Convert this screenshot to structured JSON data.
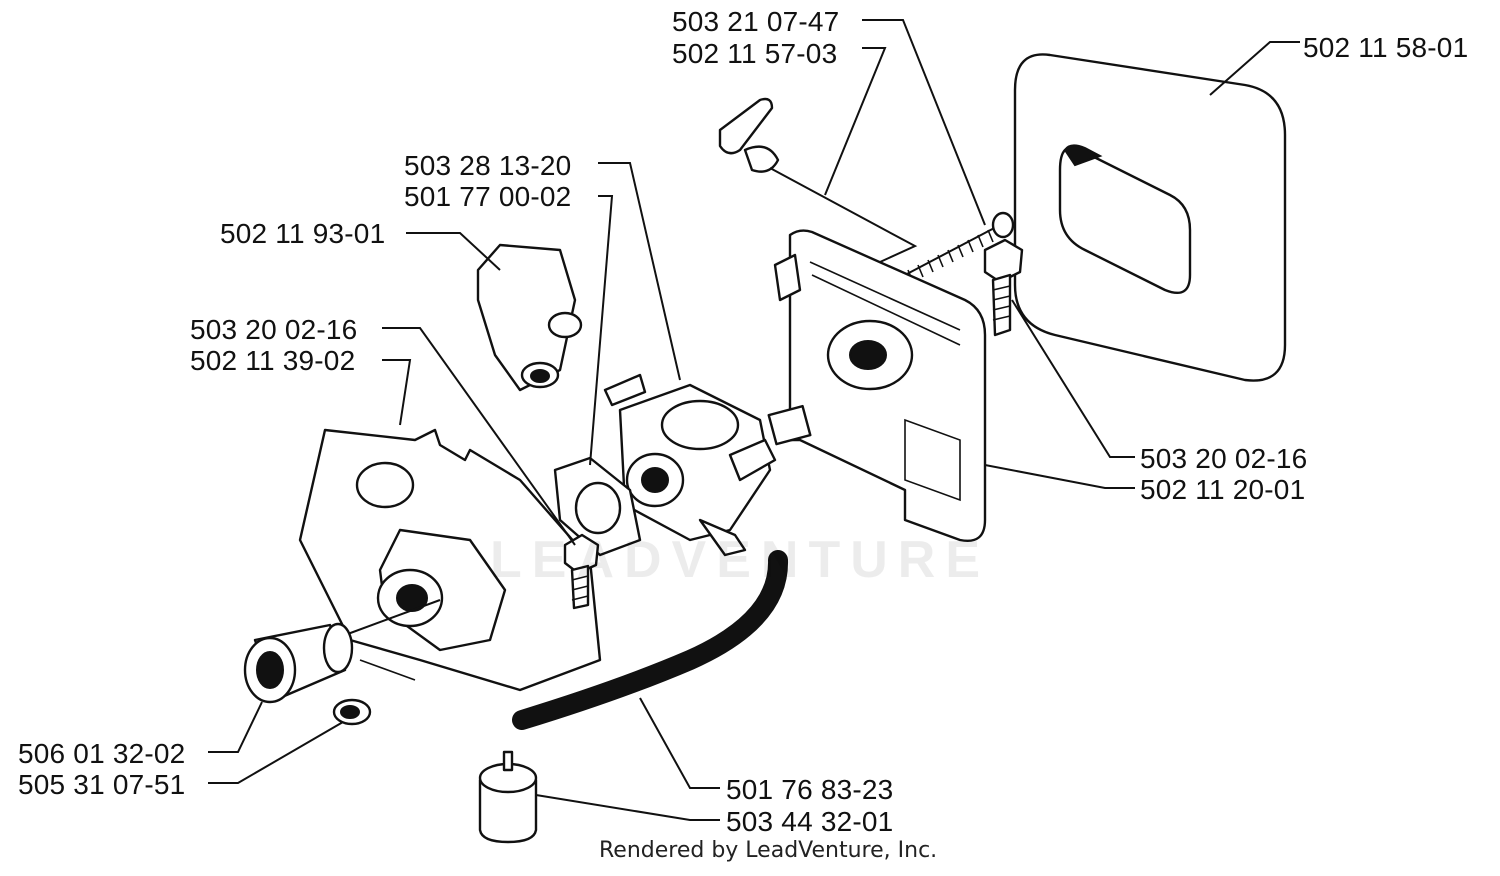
{
  "diagram": {
    "labels": {
      "p503210747": "503 21 07-47",
      "p502115703": "502 11 57-03",
      "p502115801": "502 11 58-01",
      "p503281320": "503 28 13-20",
      "p501770002": "501 77 00-02",
      "p502119301": "502 11 93-01",
      "p503200216_left": "503 20 02-16",
      "p502113902": "502 11 39-02",
      "p503200216_right": "503 20 02-16",
      "p502112001": "502 11 20-01",
      "p506013202": "506 01 32-02",
      "p505310751": "505 31 07-51",
      "p501768323": "501 76 83-23",
      "p503443201": "503 44 32-01"
    },
    "watermark": "LEADVENTURE",
    "credit": "Rendered by LeadVenture, Inc."
  }
}
